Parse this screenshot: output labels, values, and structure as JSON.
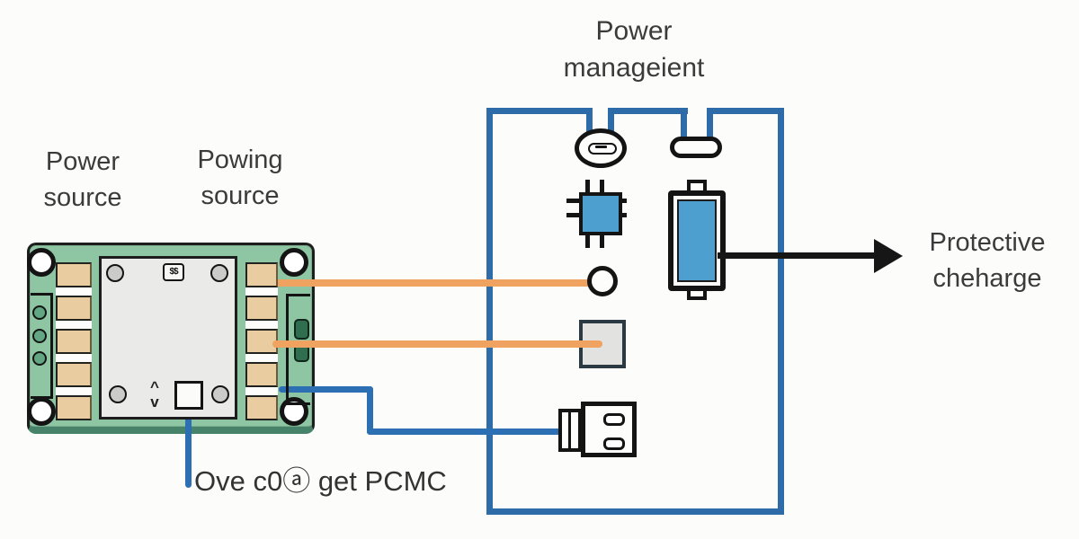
{
  "labels": {
    "title": "Power\nmanageient",
    "power_source": "Power\nsource",
    "powing_source": "Powing\nsource",
    "protective_charge": "Protective\ncheharge",
    "bottom_caption": "Ove c0ⓐ get PCMC"
  },
  "pcb": {
    "module_icon_glyph": "$$",
    "chevron_up": "^",
    "chevron_down": "v"
  },
  "colors": {
    "board_green": "#8ec5a2",
    "board_edge_dark": "#47836a",
    "pad_tan": "#e9cda0",
    "module_gray": "#eaeae8",
    "dark_green_accent": "#2f6f50",
    "wire_blue": "#2c6fb2",
    "wire_orange": "#f0a360",
    "box_blue": "#2d6ca8",
    "component_blue": "#4d9fd0",
    "outline_black": "#141414",
    "text_gray": "#3b3b3b"
  }
}
